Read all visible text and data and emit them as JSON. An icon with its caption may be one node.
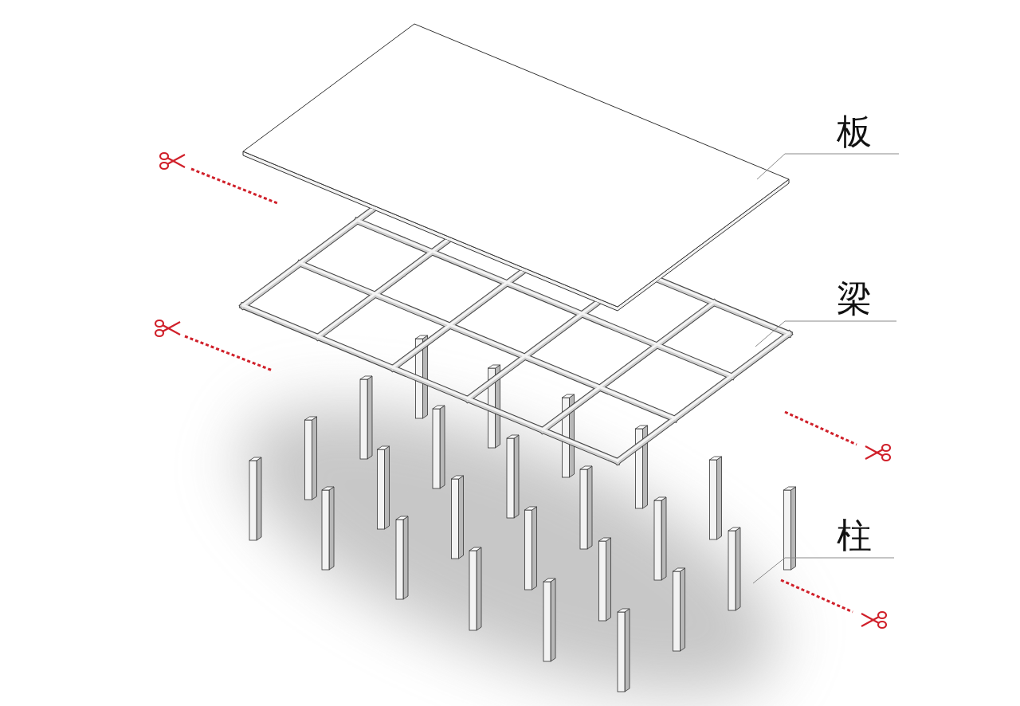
{
  "diagram": {
    "nodes": [
      {
        "text": [
          "板"
        ]
      },
      {
        "text": [],
        "shape": "picture"
      },
      {
        "text": [
          "梁"
        ]
      },
      {
        "text": [],
        "shape": "picture"
      },
      {
        "text": [
          "柱"
        ]
      },
      {
        "text": [],
        "shape": "picture"
      }
    ],
    "edges": [
      {
        "from": 0,
        "to": 1,
        "arrow": "none"
      },
      {
        "from": 2,
        "to": 3,
        "arrow": "none"
      },
      {
        "from": 4,
        "to": 5,
        "arrow": "none"
      }
    ]
  }
}
